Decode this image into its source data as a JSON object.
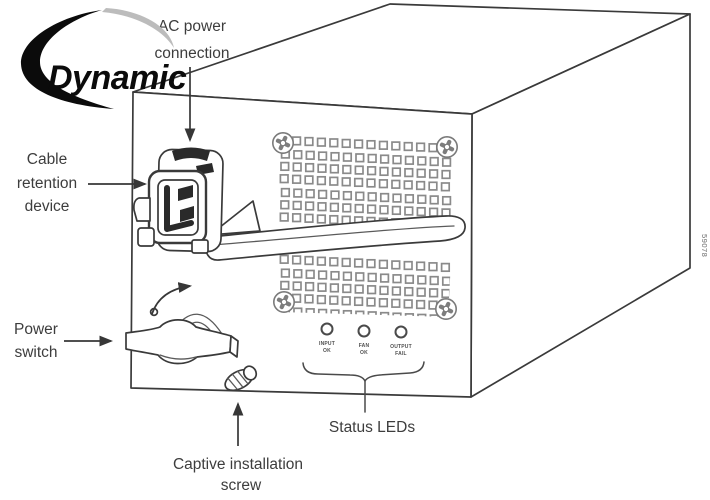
{
  "diagram": {
    "type": "technical-illustration",
    "subject": "AC power supply module, isometric line drawing with callouts",
    "logo": {
      "text": "Dynamic"
    },
    "labels": {
      "ac_power": {
        "lines": [
          "AC power",
          "connection"
        ]
      },
      "cable_retention": {
        "lines": [
          "Cable",
          "retention",
          "device"
        ]
      },
      "power_switch": {
        "lines": [
          "Power",
          "switch"
        ]
      },
      "captive_screw": {
        "lines": [
          "Captive installation",
          "screw"
        ]
      },
      "status_leds": {
        "text": "Status LEDs"
      }
    },
    "leds": [
      {
        "lines": [
          "INPUT",
          "OK"
        ]
      },
      {
        "lines": [
          "FAN",
          "OK"
        ]
      },
      {
        "lines": [
          "OUTPUT",
          "FAIL"
        ]
      }
    ],
    "figure_number": "59078",
    "colors": {
      "ink": "#3a3a3a",
      "vent": "#8a8a8a",
      "logo": "#0b0b0b",
      "logo_swoosh_gray": "#bcbcbc"
    }
  }
}
